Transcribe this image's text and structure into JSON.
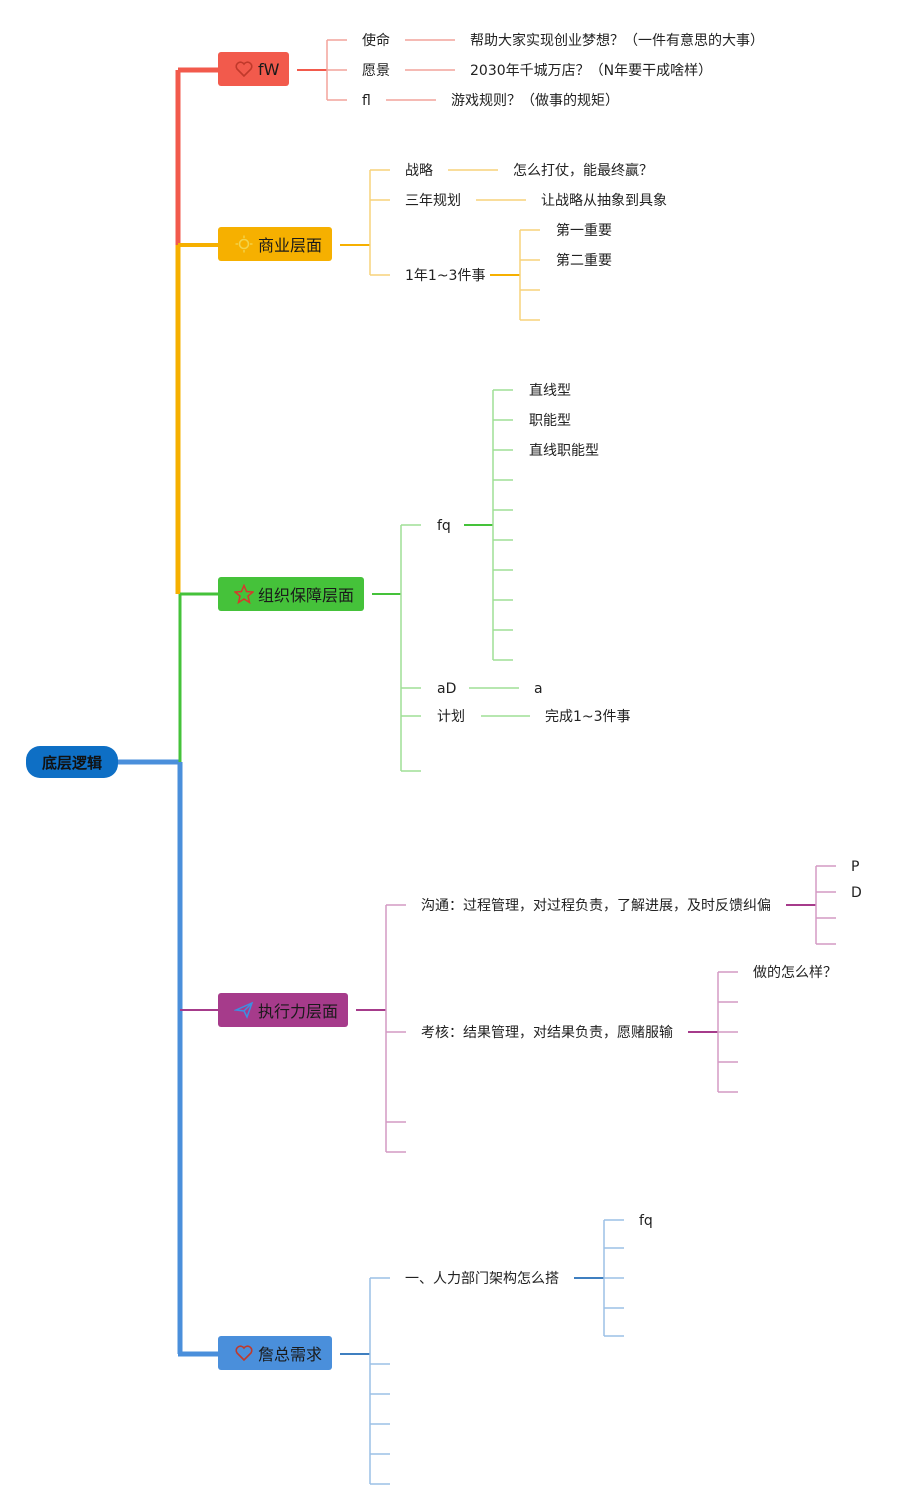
{
  "root": {
    "label": "底层逻辑"
  },
  "colors": {
    "red": "#f25a4c",
    "orange": "#f6b000",
    "green": "#45c23a",
    "purple": "#a63b8b",
    "blue": "#4a8fdb",
    "root": "#0e6fc5"
  },
  "branches": {
    "fw": {
      "label": "fW",
      "icon": "heart-icon",
      "items": [
        {
          "label": "使命",
          "detail": "帮助大家实现创业梦想？（一件有意思的大事）"
        },
        {
          "label": "愿景",
          "detail": "2030年千城万店？（N年要干成啥样）"
        },
        {
          "label": "fl",
          "detail": "游戏规则？（做事的规矩）"
        }
      ]
    },
    "business": {
      "label": "商业层面",
      "icon": "sun-icon",
      "items": [
        {
          "label": "战略",
          "detail": "怎么打仗，能最终赢？"
        },
        {
          "label": "三年规划",
          "detail": "让战略从抽象到具象"
        },
        {
          "label": "1年1~3件事",
          "subs": [
            "第一重要",
            "第二重要",
            "",
            ""
          ]
        }
      ]
    },
    "org": {
      "label": "组织保障层面",
      "icon": "star-icon",
      "fq": {
        "label": "fq",
        "subs": [
          "直线型",
          "职能型",
          "直线职能型",
          "",
          "",
          "",
          "",
          "",
          "",
          ""
        ]
      },
      "ad": {
        "label": "aD",
        "detail": "a"
      },
      "plan": {
        "label": "计划",
        "detail": "完成1~3件事"
      }
    },
    "exec": {
      "label": "执行力层面",
      "icon": "paper-plane-icon",
      "comm": {
        "label": "沟通：过程管理，对过程负责，了解进展，及时反馈纠偏",
        "subs": [
          "P",
          "D",
          "",
          ""
        ]
      },
      "assess": {
        "label": "考核：结果管理，对结果负责，愿赌服输",
        "subs": [
          "做的怎么样？",
          "",
          "",
          "",
          ""
        ]
      }
    },
    "ceo": {
      "label": "詹总需求",
      "icon": "heart-icon",
      "hr": {
        "label": "一、人力部门架构怎么搭",
        "subs": [
          "fq",
          "",
          "",
          "",
          ""
        ]
      }
    }
  }
}
